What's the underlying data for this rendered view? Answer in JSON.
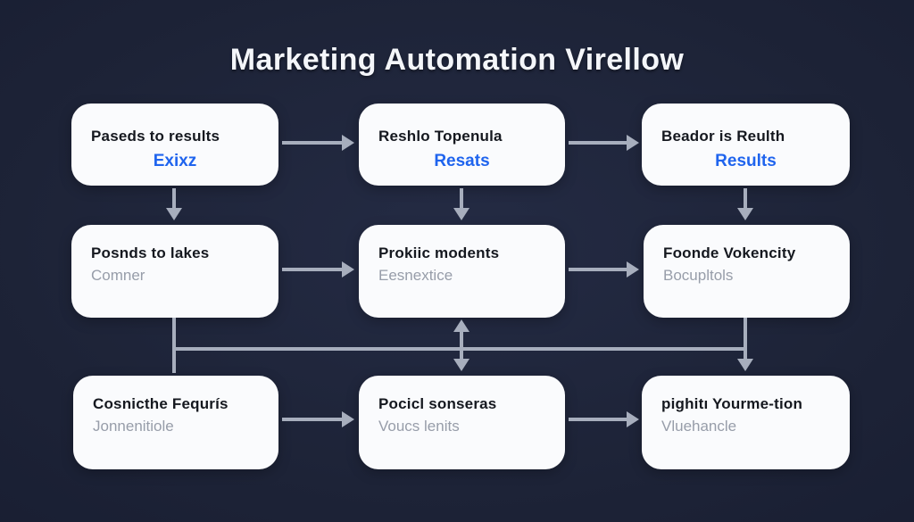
{
  "title": "Marketing Automation Virellow",
  "colors": {
    "background": "#1d2337",
    "background_edge": "#10142a",
    "box_bg": "#fafbfd",
    "title_text": "#f4f6fa",
    "box_title_text": "#15181f",
    "accent_blue": "#1f64ee",
    "muted_gray": "#979da9",
    "arrow": "#a7aebd"
  },
  "boxes": [
    {
      "title": "Paseds to results",
      "subtitle": "Exixz"
    },
    {
      "title": "Reshlo Topenula",
      "subtitle": "Resats"
    },
    {
      "title": "Beador is Reulth",
      "subtitle": "Results"
    },
    {
      "title": "Posnds to lakes",
      "subtitle": "Comner"
    },
    {
      "title": "Prokiic modents",
      "subtitle": "Eesnextice"
    },
    {
      "title": "Foonde Vokencity",
      "subtitle": "Bocupltols"
    },
    {
      "title": "Cosnicthe Fequrís",
      "subtitle": "Jonnenitiole"
    },
    {
      "title": "Pocicl sonseras",
      "subtitle": "Voucs lenits"
    },
    {
      "title": "pighitı Yourme-tion",
      "subtitle": "Vluehancle"
    }
  ]
}
